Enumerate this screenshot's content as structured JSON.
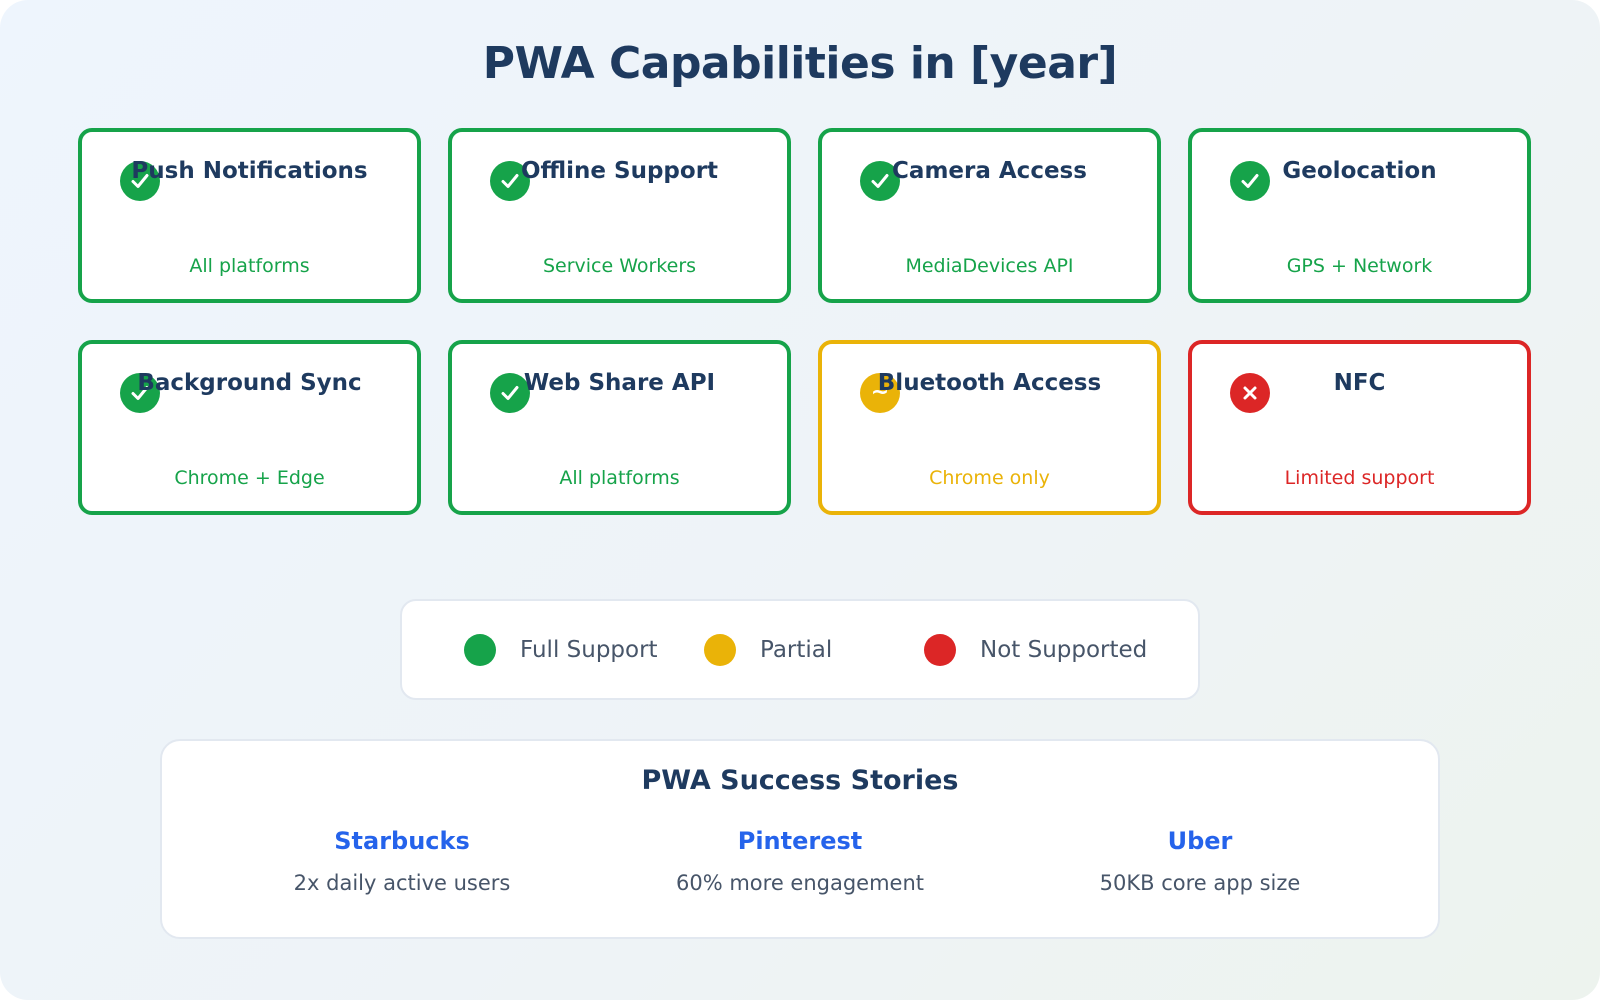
{
  "title": "PWA Capabilities in [year]",
  "colors": {
    "full": "#16a34a",
    "partial": "#eab308",
    "none": "#dc2626",
    "heading": "#1e3a5f",
    "link": "#2563eb"
  },
  "capabilities": [
    {
      "name": "Push Notifications",
      "note": "All platforms",
      "status": "full",
      "icon": "check-icon"
    },
    {
      "name": "Offline Support",
      "note": "Service Workers",
      "status": "full",
      "icon": "check-icon"
    },
    {
      "name": "Camera Access",
      "note": "MediaDevices API",
      "status": "full",
      "icon": "check-icon"
    },
    {
      "name": "Geolocation",
      "note": "GPS + Network",
      "status": "full",
      "icon": "check-icon"
    },
    {
      "name": "Background Sync",
      "note": "Chrome + Edge",
      "status": "full",
      "icon": "check-icon"
    },
    {
      "name": "Web Share API",
      "note": "All platforms",
      "status": "full",
      "icon": "check-icon"
    },
    {
      "name": "Bluetooth Access",
      "note": "Chrome only",
      "status": "partial",
      "icon": "tilde-icon"
    },
    {
      "name": "NFC",
      "note": "Limited support",
      "status": "none",
      "icon": "x-icon"
    }
  ],
  "legend": [
    {
      "label": "Full Support",
      "color": "#16a34a"
    },
    {
      "label": "Partial",
      "color": "#eab308"
    },
    {
      "label": "Not Supported",
      "color": "#dc2626"
    }
  ],
  "stories": {
    "title": "PWA Success Stories",
    "items": [
      {
        "company": "Starbucks",
        "metric": "2x daily active users"
      },
      {
        "company": "Pinterest",
        "metric": "60% more engagement"
      },
      {
        "company": "Uber",
        "metric": "50KB core app size"
      }
    ]
  }
}
